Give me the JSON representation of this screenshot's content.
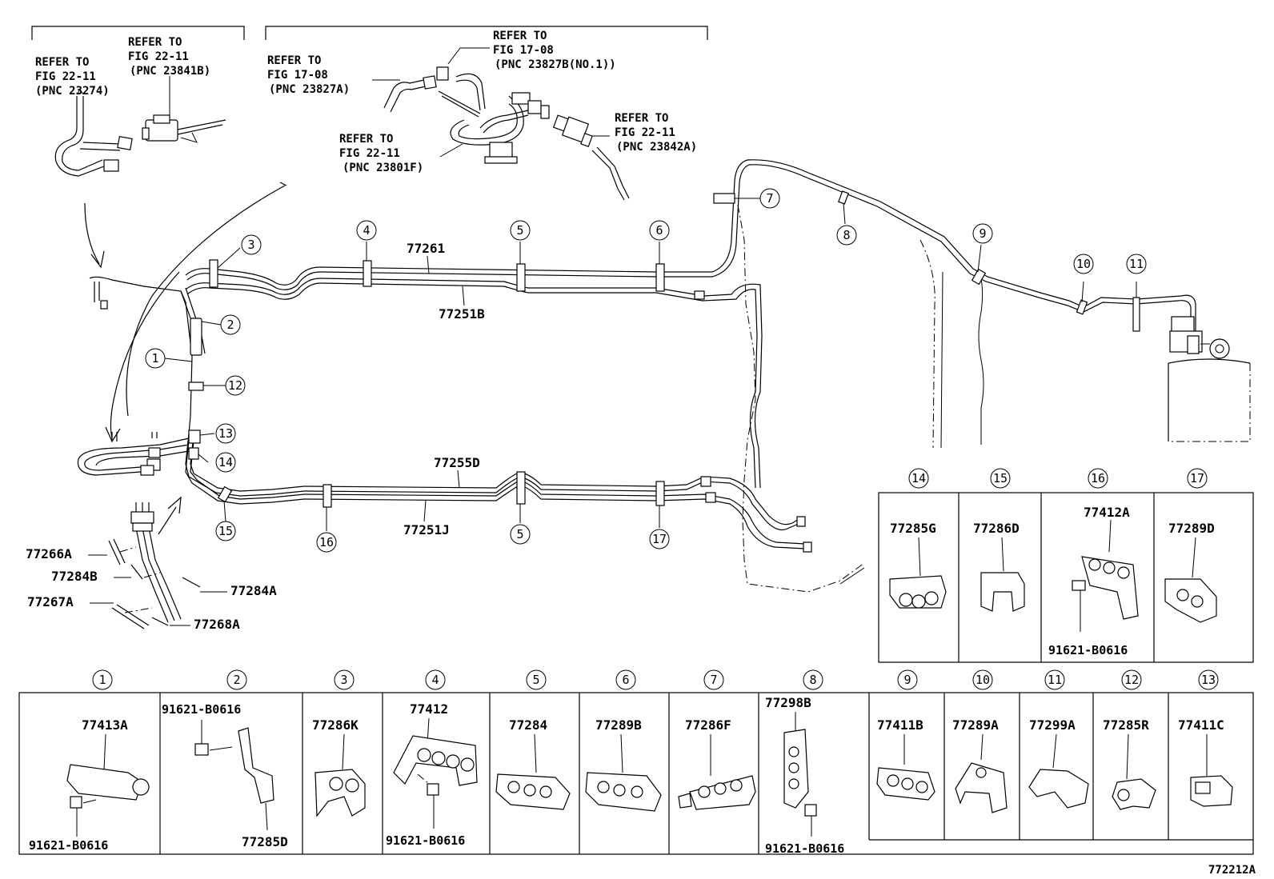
{
  "diagram_id": "772212A",
  "refer": {
    "r1": [
      "REFER TO",
      "FIG 22-11",
      "(PNC 23274)"
    ],
    "r2": [
      "REFER TO",
      "FIG 22-11",
      "(PNC 23841B)"
    ],
    "r3": [
      "REFER TO",
      "FIG 17-08",
      "(PNC 23827A)"
    ],
    "r4": [
      "REFER TO",
      "FIG 17-08",
      "(PNC 23827B(NO.1))"
    ],
    "r5": [
      "REFER TO",
      "FIG 22-11",
      "(PNC 23801F)"
    ],
    "r6": [
      "REFER TO",
      "FIG 22-11",
      "(PNC 23842A)"
    ]
  },
  "tubes": {
    "t77261": "77261",
    "t77251B": "77251B",
    "t77255D": "77255D",
    "t77251J": "77251J"
  },
  "left_parts": {
    "p77266A": "77266A",
    "p77284B": "77284B",
    "p77267A": "77267A",
    "p77284A": "77284A",
    "p77268A": "77268A"
  },
  "callouts": {
    "c1": "1",
    "c2": "2",
    "c3": "3",
    "c4": "4",
    "c5": "5",
    "c5b": "5",
    "c6": "6",
    "c7": "7",
    "c8": "8",
    "c9": "9",
    "c10": "10",
    "c11": "11",
    "c12": "12",
    "c13": "13",
    "c14": "14",
    "c15": "15",
    "c16": "16",
    "c17": "17"
  },
  "right_table": [
    {
      "num": "14",
      "part": "77285G"
    },
    {
      "num": "15",
      "part": "77286D"
    },
    {
      "num": "16",
      "part": "77412A",
      "bolt": "91621-B0616"
    },
    {
      "num": "17",
      "part": "77289D"
    }
  ],
  "bottom_table": [
    {
      "num": "1",
      "part": "77413A",
      "bolt": "91621-B0616"
    },
    {
      "num": "2",
      "part": "77285D",
      "bolt": "91621-B0616"
    },
    {
      "num": "3",
      "part": "77286K"
    },
    {
      "num": "4",
      "part": "77412",
      "bolt": "91621-B0616"
    },
    {
      "num": "5",
      "part": "77284"
    },
    {
      "num": "6",
      "part": "77289B"
    },
    {
      "num": "7",
      "part": "77286F"
    },
    {
      "num": "8",
      "part": "77298B",
      "bolt": "91621-B0616"
    },
    {
      "num": "9",
      "part": "77411B"
    },
    {
      "num": "10",
      "part": "77289A"
    },
    {
      "num": "11",
      "part": "77299A"
    },
    {
      "num": "12",
      "part": "77285R"
    },
    {
      "num": "13",
      "part": "77411C"
    }
  ]
}
